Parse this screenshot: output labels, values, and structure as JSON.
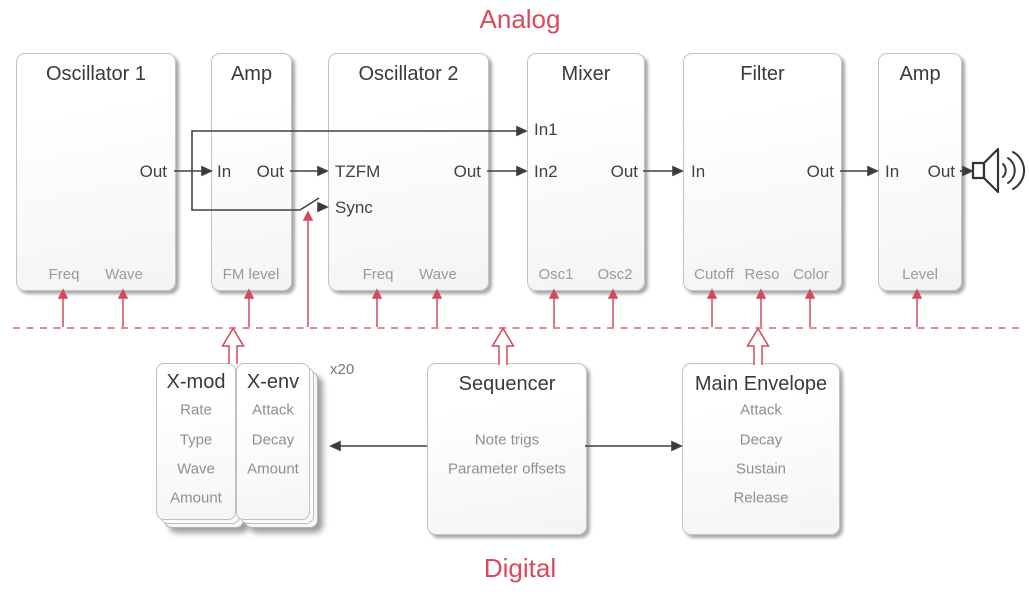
{
  "labels": {
    "analog": "Analog",
    "digital": "Digital"
  },
  "colors": {
    "accent_red": "#d6495b",
    "dashed_boundary_red": "#df5f70",
    "wire": "#404040",
    "box_border": "#c3c3c3"
  },
  "icons": {
    "speaker": "loudspeaker-with-sound-waves"
  },
  "analog": {
    "modules": [
      {
        "title": "Oscillator 1",
        "ports": {
          "out": "Out"
        },
        "params": [
          "Freq",
          "Wave"
        ]
      },
      {
        "title": "Amp",
        "ports": {
          "in": "In",
          "out": "Out"
        },
        "params": [
          "FM level"
        ]
      },
      {
        "title": "Oscillator 2",
        "ports": {
          "tzfm": "TZFM",
          "sync": "Sync",
          "out": "Out"
        },
        "params": [
          "Freq",
          "Wave"
        ]
      },
      {
        "title": "Mixer",
        "ports": {
          "in1": "In1",
          "in2": "In2",
          "out": "Out"
        },
        "params": [
          "Osc1",
          "Osc2"
        ]
      },
      {
        "title": "Filter",
        "ports": {
          "in": "In",
          "out": "Out"
        },
        "params": [
          "Cutoff",
          "Reso",
          "Color"
        ]
      },
      {
        "title": "Amp",
        "ports": {
          "in": "In",
          "out": "Out"
        },
        "params": [
          "Level"
        ]
      }
    ]
  },
  "digital": {
    "stack_count": "x20",
    "cards": [
      {
        "title": "X-mod",
        "params": [
          "Rate",
          "Type",
          "Wave",
          "Amount"
        ]
      },
      {
        "title": "X-env",
        "params": [
          "Attack",
          "Decay",
          "Amount"
        ]
      }
    ],
    "sequencer": {
      "title": "Sequencer",
      "lines": [
        "Note trigs",
        "Parameter offsets"
      ]
    },
    "main_envelope": {
      "title": "Main Envelope",
      "params": [
        "Attack",
        "Decay",
        "Sustain",
        "Release"
      ]
    }
  }
}
